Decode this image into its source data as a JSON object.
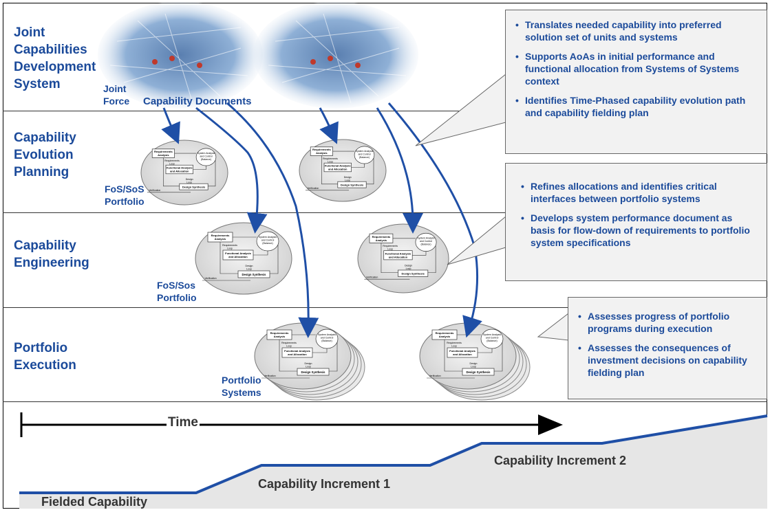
{
  "stages": [
    {
      "label": "Joint\nCapabilities\nDevelopment\nSystem"
    },
    {
      "label": "Capability\nEvolution\nPlanning"
    },
    {
      "label": "Capability\nEngineering"
    },
    {
      "label": "Portfolio\nExecution"
    }
  ],
  "labels": {
    "joint_force": "Joint\nForce",
    "capability_documents": "Capability Documents",
    "fos_sos_portfolio_1": "FoS/SoS\nPortfolio",
    "fos_sos_portfolio_2": "FoS/Sos\nPortfolio",
    "portfolio_systems": "Portfolio\nSystems"
  },
  "callouts": [
    {
      "bullets": [
        "Translates needed capability into preferred solution set of units and systems",
        "Supports AoAs in initial performance and functional allocation from Systems of  Systems context",
        "Identifies Time-Phased capability evolution path and capability fielding plan"
      ]
    },
    {
      "bullets": [
        "Refines allocations and identifies critical interfaces between portfolio systems",
        "Develops system performance document as basis for flow-down of requirements to portfolio system specifications"
      ]
    },
    {
      "bullets": [
        "Assesses progress of portfolio programs during execution",
        "Assesses the consequences of investment decisions on capability fielding plan"
      ]
    }
  ],
  "timeline": {
    "label": "Time"
  },
  "increments": {
    "fielded": "Fielded Capability",
    "increment1": "Capability Increment 1",
    "increment2": "Capability Increment 2"
  },
  "mini_diagram": {
    "requirements": "Requirements\nAnalysis",
    "functional": "Functional Analysis\nand Allocation",
    "design": "Design Synthesis",
    "system": "System Analysis\nand Control\n(Balance)",
    "verification": "Verification",
    "req_loop": "Requirements\nLoop",
    "design_loop": "Design\nLoop"
  },
  "colors": {
    "accent": "#1b4a9a",
    "arrow": "#1f4fa6",
    "callout_bg": "#f2f2f2",
    "step_fill": "#dcdcdc",
    "step_line": "#1f4fa6"
  }
}
